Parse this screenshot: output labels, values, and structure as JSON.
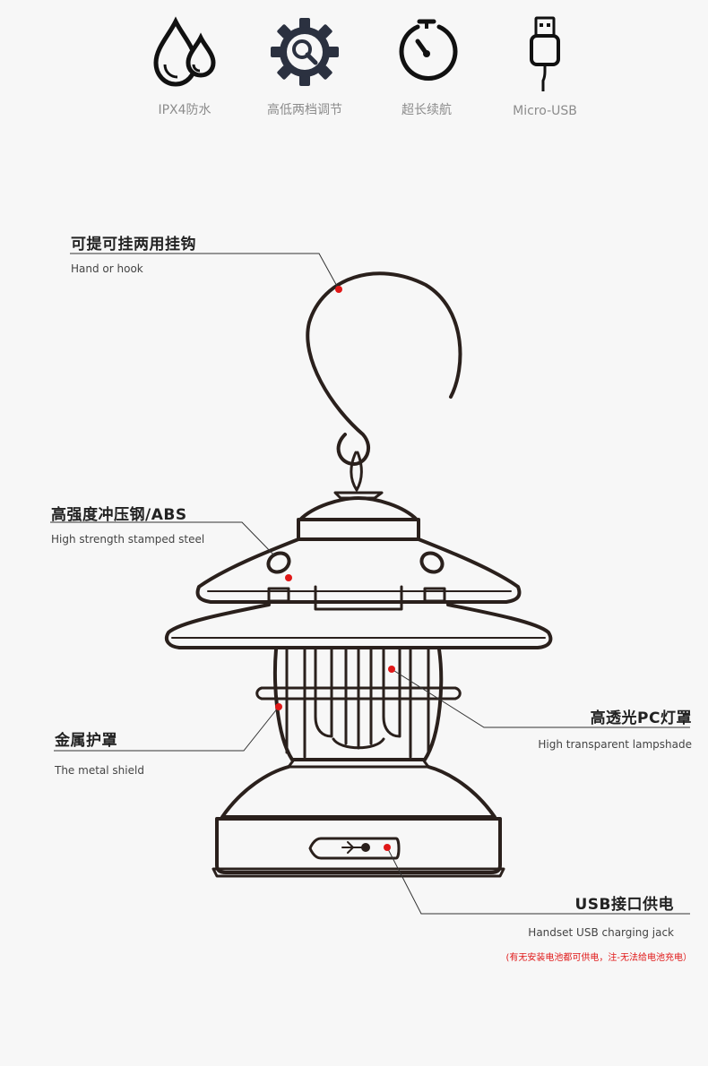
{
  "features": [
    {
      "icon": "water-drops-icon",
      "label": "IPX4防水"
    },
    {
      "icon": "gear-search-icon",
      "label": "高低两档调节"
    },
    {
      "icon": "timer-icon",
      "label": "超长续航"
    },
    {
      "icon": "usb-cable-icon",
      "label": "Micro-USB"
    }
  ],
  "annotations": {
    "hook": {
      "zh": "可提可挂两用挂钩",
      "en": "Hand or hook"
    },
    "steel": {
      "zh": "高强度冲压钢/ABS",
      "en": "High strength stamped steel"
    },
    "lampshade": {
      "zh": "高透光PC灯罩",
      "en": "High transparent lampshade"
    },
    "shield": {
      "zh": "金属护罩",
      "en": "The metal shield"
    },
    "usb": {
      "zh": "USB接口供电",
      "en": "Handset USB charging jack"
    }
  },
  "note": "(有无安装电池都可供电，注-无法给电池充电）",
  "colors": {
    "accent": "#e01818",
    "line": "#2a201c",
    "text": "#222222",
    "muted": "#8c8c8c",
    "background": "#f7f7f7"
  }
}
